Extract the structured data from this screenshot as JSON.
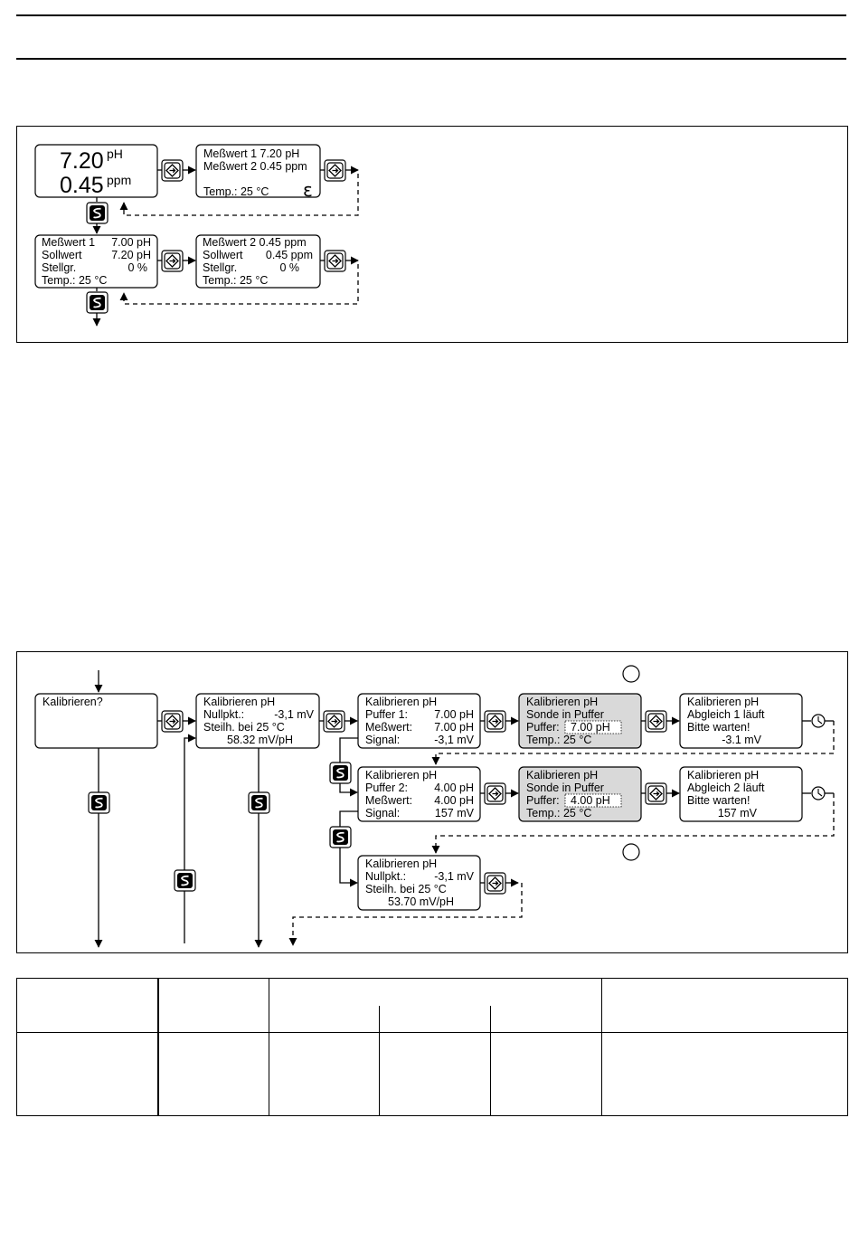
{
  "top_display": {
    "value1": "7.20",
    "unit1": "pH",
    "value2": "0.45",
    "unit2": "ppm"
  },
  "screen_overview": {
    "line1": "Meßwert 1 7.20 pH",
    "line2": "Meßwert 2 0.45 ppm",
    "temp": "Temp.: 25 °C",
    "symbol": "ɛ"
  },
  "screen_ch1": {
    "row1_label": "Meßwert 1",
    "row1_value": "7.00 pH",
    "row2_label": "Sollwert",
    "row2_value": "7.20 pH",
    "row3_label": "Stellgr.",
    "row3_value": "0 %",
    "temp": "Temp.: 25 °C"
  },
  "screen_ch2": {
    "row1": "Meßwert 2 0.45 ppm",
    "row2_label": "Sollwert",
    "row2_value": "0.45 ppm",
    "row3_label": "Stellgr.",
    "row3_value": "0 %",
    "temp": "Temp.: 25 °C"
  },
  "cal_start": {
    "line1": "Kalibrieren?"
  },
  "cal_current": {
    "title": "Kalibrieren pH",
    "zero_label": "Nullpkt.:",
    "zero_value": "-3,1 mV",
    "slope_label": "Steilh. bei 25 °C",
    "slope_value": "58.32 mV/pH"
  },
  "buffer1_info": {
    "title": "Kalibrieren pH",
    "buffer_label": "Puffer 1:",
    "buffer_value": "7.00 pH",
    "measured_label": "Meßwert:",
    "measured_value": "7.00 pH",
    "signal_label": "Signal:",
    "signal_value": "-3,1 mV"
  },
  "buffer1_probe": {
    "title": "Kalibrieren pH",
    "line2": "Sonde in Puffer",
    "buffer_label": "Puffer:",
    "buffer_value": "7.00 pH",
    "temp": "Temp.: 25 °C"
  },
  "buffer1_wait": {
    "title": "Kalibrieren pH",
    "line2": "Abgleich 1 läuft",
    "line3": "Bitte warten!",
    "value": "-3.1 mV"
  },
  "buffer2_info": {
    "title": "Kalibrieren pH",
    "buffer_label": "Puffer 2:",
    "buffer_value": "4.00 pH",
    "measured_label": "Meßwert:",
    "measured_value": "4.00 pH",
    "signal_label": "Signal:",
    "signal_value": "157 mV"
  },
  "buffer2_probe": {
    "title": "Kalibrieren pH",
    "line2": "Sonde in Puffer",
    "buffer_label": "Puffer:",
    "buffer_value": "4.00 pH",
    "temp": "Temp.: 25 °C"
  },
  "buffer2_wait": {
    "title": "Kalibrieren pH",
    "line2": "Abgleich 2 läuft",
    "line3": "Bitte warten!",
    "value": "157 mV"
  },
  "cal_result": {
    "title": "Kalibrieren pH",
    "zero_label": "Nullpkt.:",
    "zero_value": "-3,1 mV",
    "slope_label": "Steilh. bei 25 °C",
    "slope_value": "53.70 mV/pH"
  },
  "icons": {
    "enter": "enter-key-icon",
    "step": "s-key-icon",
    "timer": "timer-icon"
  }
}
